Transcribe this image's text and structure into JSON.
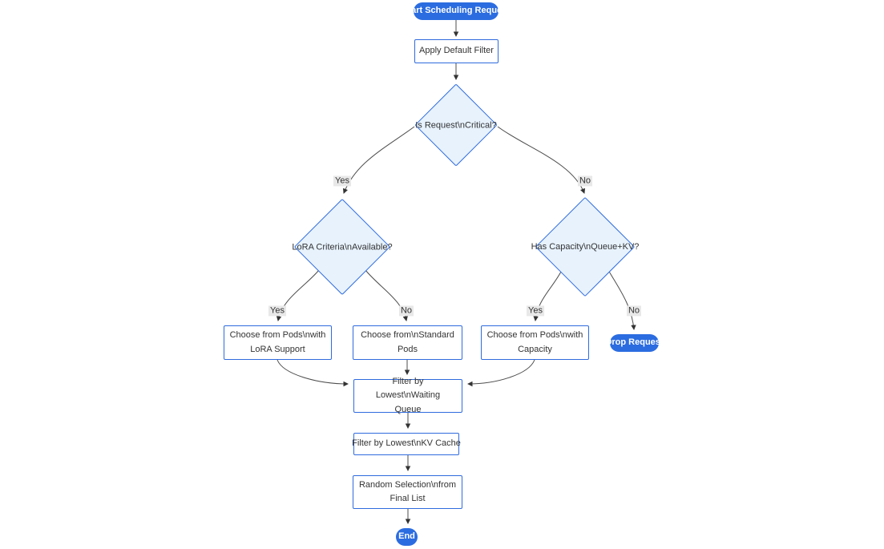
{
  "diagram": {
    "type": "flowchart",
    "nodes": {
      "start": {
        "label": "Start Scheduling Request",
        "shape": "pill"
      },
      "apply_filter": {
        "label": "Apply Default Filter",
        "shape": "rect"
      },
      "is_critical": {
        "label": "Is Request\\nCritical?",
        "shape": "decision"
      },
      "lora_criteria": {
        "label": "LoRA Criteria\\nAvailable?",
        "shape": "decision"
      },
      "has_capacity": {
        "label": "Has Capacity\\nQueue+KV?",
        "shape": "decision"
      },
      "choose_lora": {
        "lines": [
          "Choose from Pods\\nwith",
          "LoRA Support"
        ],
        "shape": "rect"
      },
      "choose_standard": {
        "lines": [
          "Choose from\\nStandard",
          "Pods"
        ],
        "shape": "rect"
      },
      "choose_capacity": {
        "lines": [
          "Choose from Pods\\nwith",
          "Capacity"
        ],
        "shape": "rect"
      },
      "drop_request": {
        "label": "Drop Request",
        "shape": "pill"
      },
      "filter_queue": {
        "lines": [
          "Filter by Lowest\\nWaiting",
          "Queue"
        ],
        "shape": "rect"
      },
      "filter_kv": {
        "label": "Filter by Lowest\\nKV Cache",
        "shape": "rect"
      },
      "random_selection": {
        "lines": [
          "Random Selection\\nfrom",
          "Final List"
        ],
        "shape": "rect"
      },
      "end": {
        "label": "End",
        "shape": "pill"
      }
    },
    "edge_labels": {
      "critical_yes": "Yes",
      "critical_no": "No",
      "lora_yes": "Yes",
      "lora_no": "No",
      "capacity_yes": "Yes",
      "capacity_no": "No"
    }
  },
  "colors": {
    "accent": "#2b6ce0",
    "node_border": "#2f6bde",
    "decision_fill": "#e7f2fd",
    "node_fill": "#ffffff",
    "edge": "#4d4d4d",
    "label_bg": "#e8e8e8",
    "text": "#333333"
  }
}
